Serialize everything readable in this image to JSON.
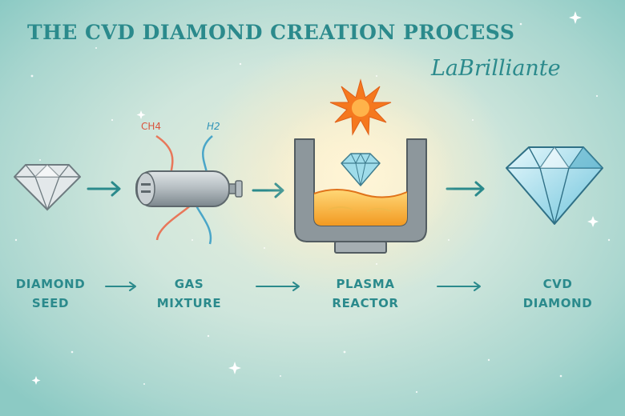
{
  "header": {
    "title": "THE CVD DIAMOND CREATION PROCESS",
    "brand": "LaBrilliante"
  },
  "gases": {
    "methane": "CH4",
    "hydrogen": "H2"
  },
  "steps": [
    {
      "line1": "DIAMOND",
      "line2": "SEED"
    },
    {
      "line1": "GAS",
      "line2": "MIXTURE"
    },
    {
      "line1": "PLASMA",
      "line2": "REACTOR"
    },
    {
      "line1": "CVD",
      "line2": "DIAMOND"
    }
  ],
  "colors": {
    "teal": "#2b8a8c",
    "gas_line_ch4": "#e8775a",
    "gas_line_h2": "#4aa6c8",
    "plasma": "#f4a12a",
    "star": "#f5781e",
    "diamond": "#9fdcea"
  },
  "icons": [
    "diamond-seed-icon",
    "gas-cylinder-icon",
    "plasma-reactor-icon",
    "plasma-star-icon",
    "cvd-diamond-icon",
    "arrow-right-icon"
  ]
}
